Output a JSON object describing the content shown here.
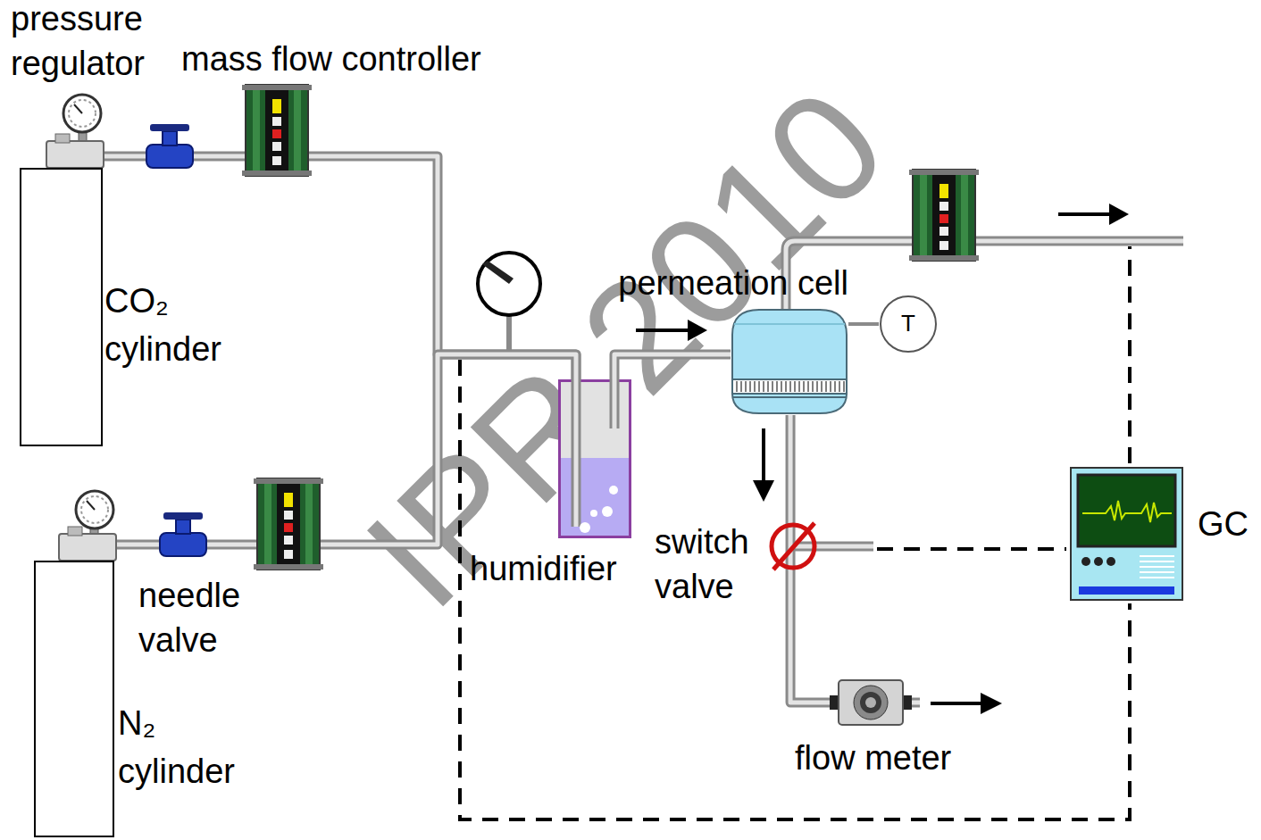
{
  "diagram": {
    "nodes": [
      {
        "text": [
          "CO₂ cylinder"
        ]
      },
      {
        "text": [
          "N₂ cylinder"
        ]
      },
      {
        "text": [
          "humidifier"
        ]
      },
      {
        "text": [
          "permeation cell"
        ]
      },
      {
        "text": [
          "T"
        ]
      },
      {
        "text": [
          "flow meter"
        ]
      },
      {
        "text": [
          "GC"
        ]
      }
    ],
    "edges": [
      {
        "from": 0,
        "to": 2,
        "arrow": "none"
      },
      {
        "from": 1,
        "to": 2,
        "arrow": "none"
      },
      {
        "from": 2,
        "to": 3,
        "arrow": "none"
      },
      {
        "from": 3,
        "to": 4,
        "arrow": "none"
      },
      {
        "from": 3,
        "to": 5,
        "arrow": "none"
      }
    ],
    "labels": [
      "pressure regulator",
      "mass flow controller",
      "needle valve",
      "switch valve",
      "IPR 2010"
    ]
  }
}
